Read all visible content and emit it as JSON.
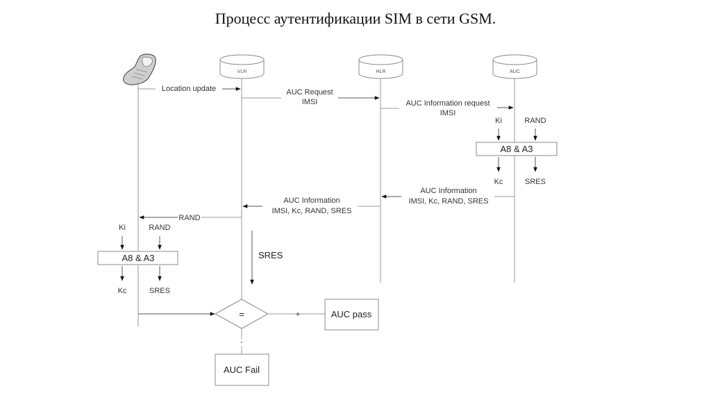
{
  "title": "Процесс аутентификации SIM в сети GSM.",
  "entities": {
    "ms": {
      "label": "",
      "icon": "mobile-phone-icon"
    },
    "vlr": {
      "label": "VLR"
    },
    "hlr": {
      "label": "HLR"
    },
    "auc": {
      "label": "AUC"
    }
  },
  "messages": {
    "location_update": {
      "label": "Location update"
    },
    "auc_request": {
      "line1": "AUC Request",
      "line2": "IMSI"
    },
    "auc_info_request": {
      "line1": "AUC Information request",
      "line2": "IMSI"
    },
    "auc_info_hlr": {
      "line1": "AUC Information",
      "line2": "IMSI, Kc, RAND, SRES"
    },
    "auc_info_vlr": {
      "line1": "AUC Information",
      "line2": "IMSI, Kc, RAND, SRES"
    },
    "rand_to_ms": {
      "label": "RAND"
    },
    "sres_to_vlr": {
      "label": "SRES"
    }
  },
  "auc_algo": {
    "input_left": "Ki",
    "input_right": "RAND",
    "box": "A8 & A3",
    "output_left": "Kc",
    "output_right": "SRES"
  },
  "ms_algo": {
    "input_left": "Ki",
    "input_right": "RAND",
    "box": "A8 & A3",
    "output_left": "Kc",
    "output_right": "SRES"
  },
  "decision": {
    "symbol": "=",
    "plus": "+",
    "minus": "-",
    "pass": "AUC pass",
    "fail": "AUC Fail"
  }
}
